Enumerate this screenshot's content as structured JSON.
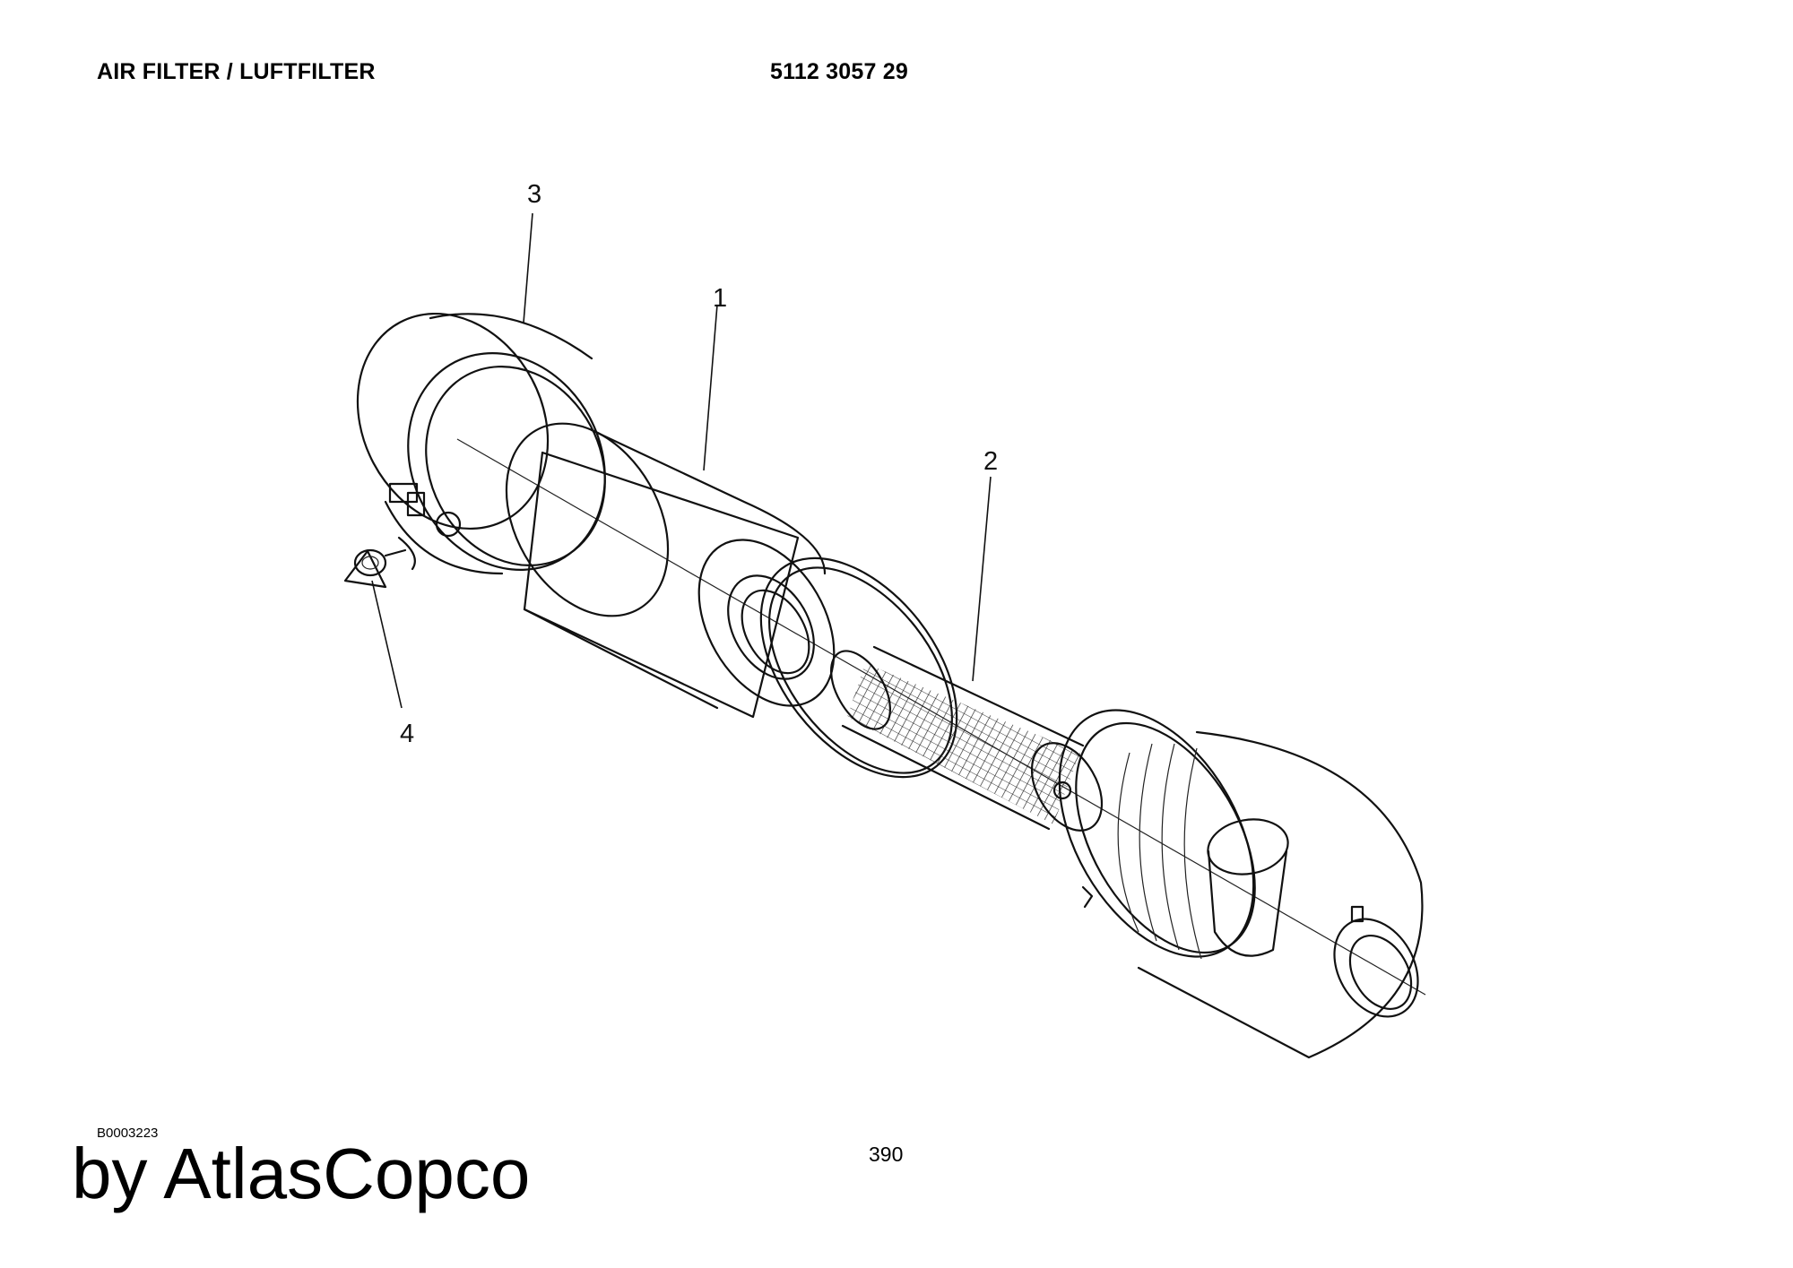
{
  "header": {
    "title": "AIR FILTER / LUFTFILTER",
    "part_number": "5112 3057 29"
  },
  "diagram": {
    "callouts": [
      {
        "id": "3",
        "label": "3"
      },
      {
        "id": "1",
        "label": "1"
      },
      {
        "id": "2",
        "label": "2"
      },
      {
        "id": "4",
        "label": "4"
      }
    ]
  },
  "footer": {
    "drawing_code": "B0003223",
    "page_number": "390",
    "brand_text": "by AtlasCopco"
  }
}
